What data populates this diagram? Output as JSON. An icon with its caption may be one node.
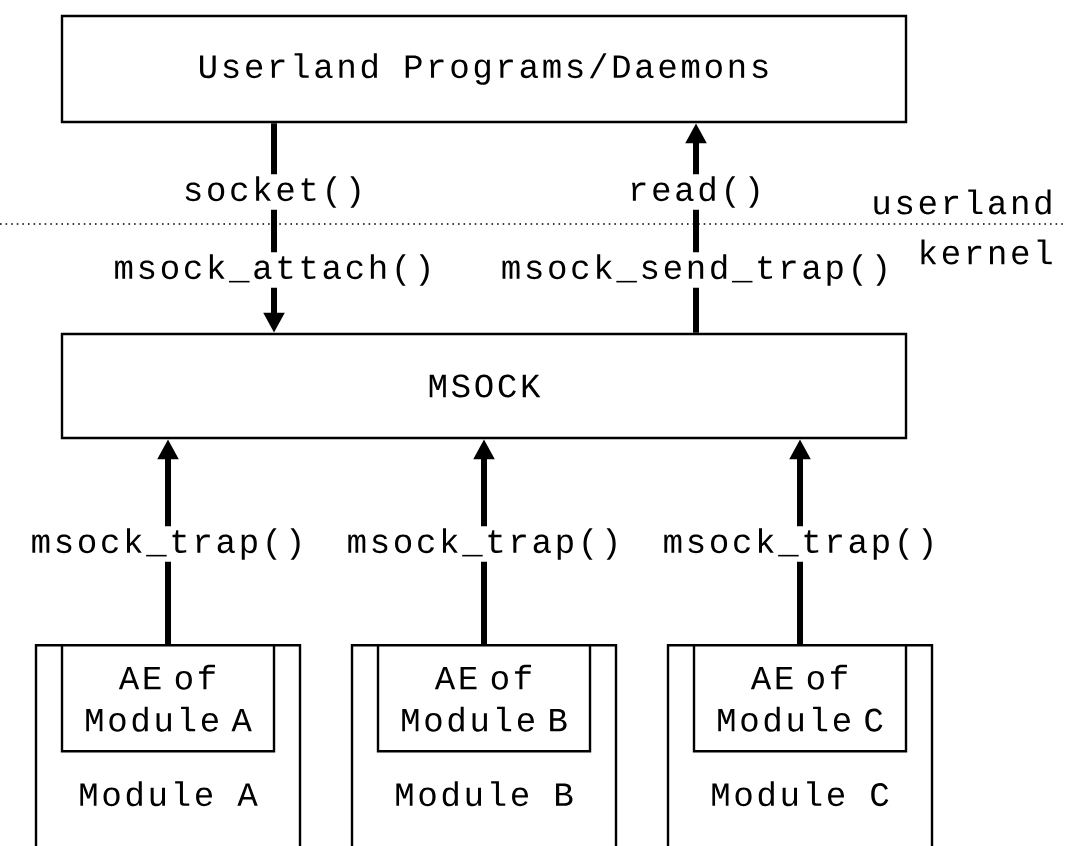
{
  "diagram": {
    "nodes": [
      {
        "text": [
          "Userland Programs/Daemons"
        ]
      },
      {
        "text": [
          "MSOCK"
        ]
      },
      {
        "text": [
          "Module A"
        ]
      },
      {
        "text": [
          "AE of Module A"
        ],
        "in": 2
      },
      {
        "text": [
          "Module B"
        ]
      },
      {
        "text": [
          "AE of Module B"
        ],
        "in": 4
      },
      {
        "text": [
          "Module C"
        ]
      },
      {
        "text": [
          "AE of Module C"
        ],
        "in": 6
      }
    ],
    "edges": [
      {
        "from": 0,
        "to": 1,
        "arrow": "to",
        "label": "socket()"
      },
      {
        "from": 1,
        "to": 0,
        "arrow": "to",
        "label": "read()"
      },
      {
        "from": 3,
        "to": 1,
        "arrow": "to",
        "label": "msock_trap()"
      },
      {
        "from": 5,
        "to": 1,
        "arrow": "to",
        "label": "msock_trap()"
      },
      {
        "from": 7,
        "to": 1,
        "arrow": "to",
        "label": "msock_trap()"
      }
    ],
    "labels": [
      "userland",
      "kernel",
      "msock_attach()",
      "msock_send_trap()"
    ]
  }
}
